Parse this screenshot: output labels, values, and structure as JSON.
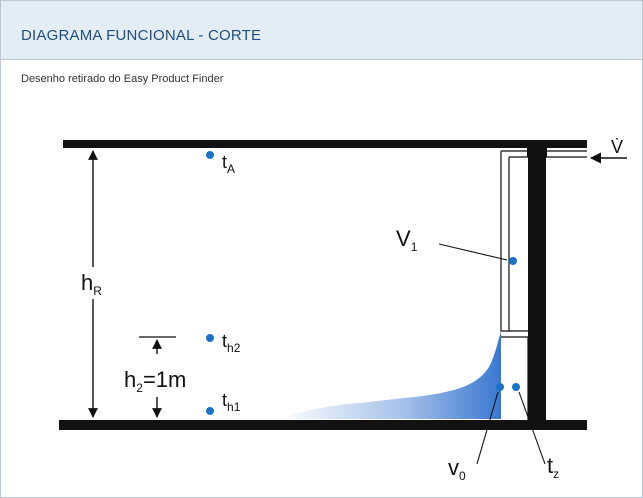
{
  "header": {
    "title": "DIAGRAMA FUNCIONAL - CORTE"
  },
  "caption": "Desenho retirado do Easy Product Finder",
  "diagram": {
    "labels": {
      "tA": {
        "main": "t",
        "sub": "A"
      },
      "th2": {
        "main": "t",
        "sub": "h2"
      },
      "th1": {
        "main": "t",
        "sub": "h1"
      },
      "hR": {
        "main": "h",
        "sub": "R"
      },
      "h2": {
        "main": "h",
        "sub": "2",
        "rest": "=1m"
      },
      "V1": {
        "main": "V",
        "sub": "1"
      },
      "Vdot": "V̇",
      "v0": {
        "main": "v",
        "sub": "0"
      },
      "tz": {
        "main": "t",
        "sub": "z"
      }
    },
    "colors": {
      "marker": "#1a73c9",
      "structure": "#111111",
      "flow": "#3a78d0"
    }
  }
}
